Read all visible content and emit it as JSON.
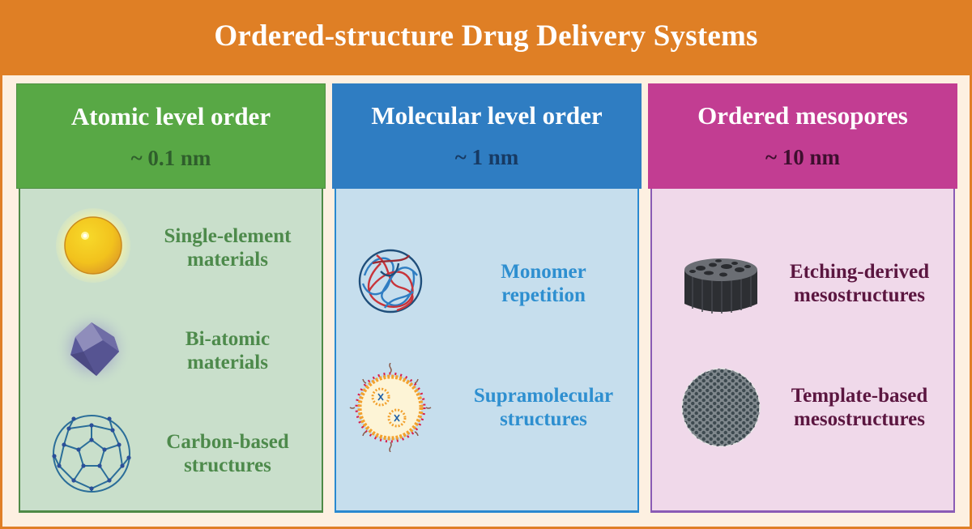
{
  "title": "Ordered-structure Drug Delivery Systems",
  "colors": {
    "banner": "#df7f25",
    "background": "#fdf0e1",
    "atomic": "#58a845",
    "molecular": "#2f7dc2",
    "mesopores": "#c23d92"
  },
  "panels": [
    {
      "title": "Atomic level order",
      "scale": "~ 0.1 nm",
      "items": [
        {
          "icon": "gold-sphere-icon",
          "label_line1": "Single-element",
          "label_line2": "materials"
        },
        {
          "icon": "rhombic-crystal-icon",
          "label_line1": "Bi-atomic",
          "label_line2": "materials"
        },
        {
          "icon": "fullerene-icon",
          "label_line1": "Carbon-based",
          "label_line2": "structures"
        }
      ]
    },
    {
      "title": "Molecular level order",
      "scale": "~ 1 nm",
      "items": [
        {
          "icon": "polymer-coil-icon",
          "label_line1": "Monomer",
          "label_line2": "repetition"
        },
        {
          "icon": "micelle-icon",
          "label_line1": "Supramolecular",
          "label_line2": "structures"
        }
      ]
    },
    {
      "title": "Ordered mesopores",
      "scale": "~ 10 nm",
      "items": [
        {
          "icon": "porous-cylinder-icon",
          "label_line1": "Etching-derived",
          "label_line2": "mesostructures"
        },
        {
          "icon": "hexagonal-pore-disc-icon",
          "label_line1": "Template-based",
          "label_line2": "mesostructures"
        }
      ]
    }
  ]
}
